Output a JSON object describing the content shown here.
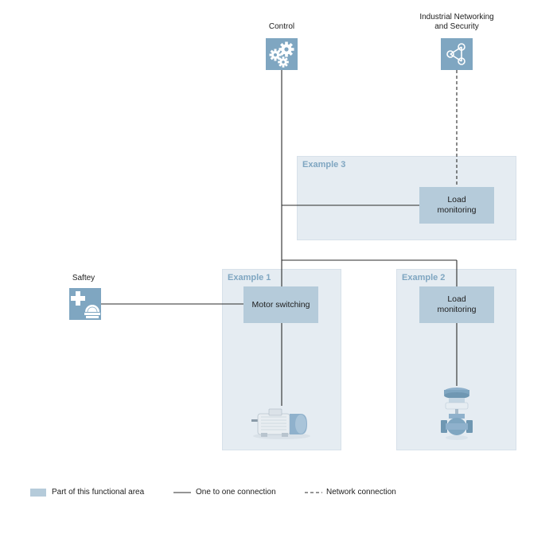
{
  "top_nodes": {
    "control": {
      "label": "Control",
      "icon": "gears-icon"
    },
    "networking": {
      "label_line1": "Industrial Networking",
      "label_line2": "and Security",
      "icon": "network-nodes-icon"
    },
    "safety": {
      "label": "Saftey",
      "icon": "safety-icon"
    }
  },
  "examples": {
    "example1": {
      "title": "Example 1",
      "node_label": "Motor switching",
      "device": "motor-icon"
    },
    "example2": {
      "title": "Example 2",
      "node_line1": "Load",
      "node_line2": "monitoring",
      "device": "valve-icon"
    },
    "example3": {
      "title": "Example 3",
      "node_line1": "Load",
      "node_line2": "monitoring"
    }
  },
  "legend": {
    "area_label": "Part of this functional area",
    "solid_label": "One to one connection",
    "dashed_label": "Network connection"
  },
  "colors": {
    "panel": "#e5ecf2",
    "node": "#b5cbda",
    "icon": "#7fa6c1",
    "title": "#7fa6c1"
  }
}
